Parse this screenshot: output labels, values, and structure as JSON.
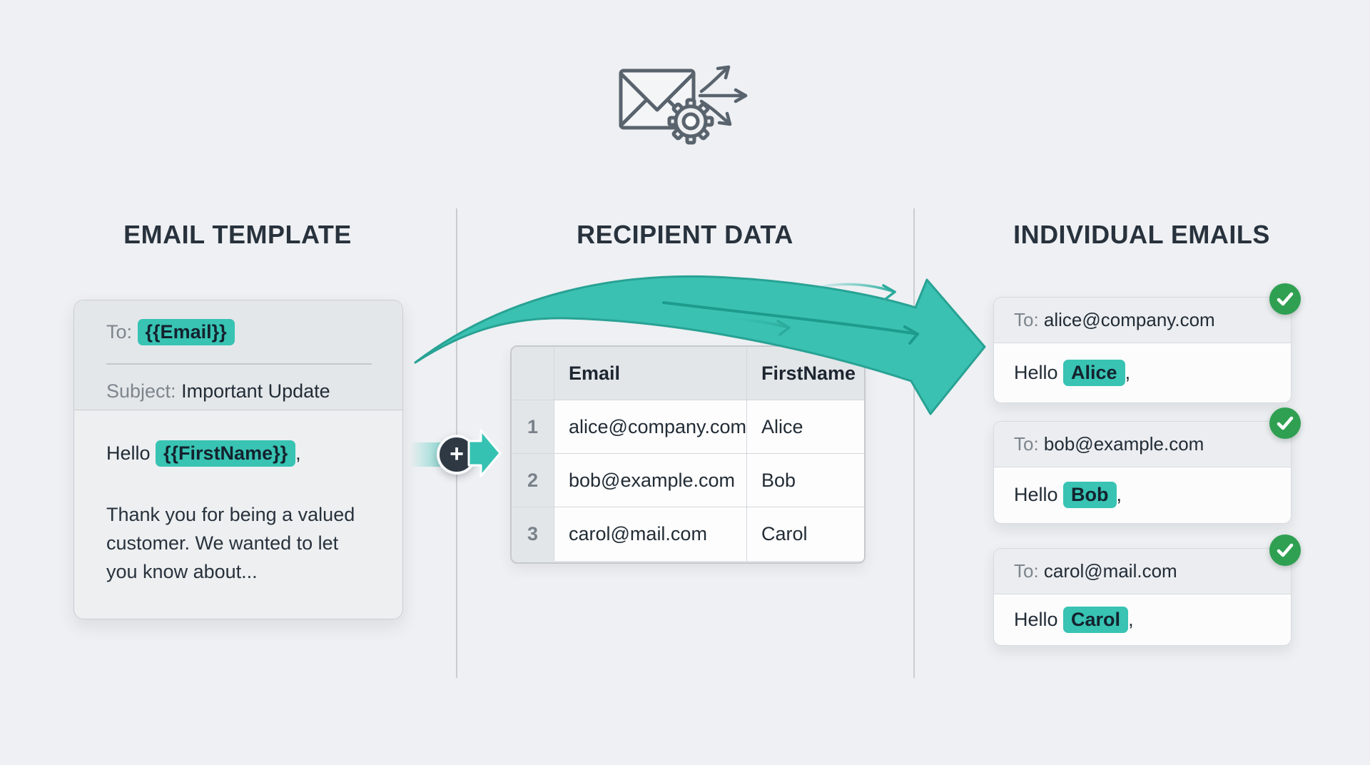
{
  "icon": {
    "name": "envelope-gear-send-icon"
  },
  "template": {
    "heading": "EMAIL TEMPLATE",
    "to_label": "To:",
    "to_variable": "{{Email}}",
    "subject_label": "Subject:",
    "subject_value": "Important Update",
    "greeting_prefix": "Hello ",
    "greeting_variable": "{{FirstName}}",
    "greeting_suffix": ",",
    "body_text": "Thank you for being a valued customer. We wanted to let you know about..."
  },
  "recipients": {
    "heading": "RECIPIENT DATA",
    "table": {
      "columns": [
        "Email",
        "FirstName"
      ],
      "rows": [
        {
          "num": "1",
          "email": "alice@company.com",
          "first_name": "Alice"
        },
        {
          "num": "2",
          "email": "bob@example.com",
          "first_name": "Bob"
        },
        {
          "num": "3",
          "email": "carol@mail.com",
          "first_name": "Carol"
        }
      ]
    }
  },
  "emails": {
    "heading": "INDIVIDUAL EMAILS",
    "cards": [
      {
        "to_label": "To: ",
        "to_value": "alice@company.com",
        "greeting_prefix": "Hello ",
        "name": "Alice",
        "greeting_suffix": ","
      },
      {
        "to_label": "To: ",
        "to_value": "bob@example.com",
        "greeting_prefix": "Hello ",
        "name": "Bob",
        "greeting_suffix": ","
      },
      {
        "to_label": "To: ",
        "to_value": "carol@mail.com",
        "greeting_prefix": "Hello ",
        "name": "Carol",
        "greeting_suffix": ","
      }
    ]
  },
  "symbols": {
    "plus": "+"
  },
  "colors": {
    "accent_teal": "#38c3b3",
    "success_green": "#2fa052",
    "dark_slate": "#28323d",
    "plus_circle": "#2e3944",
    "background": "#eef0f3"
  }
}
